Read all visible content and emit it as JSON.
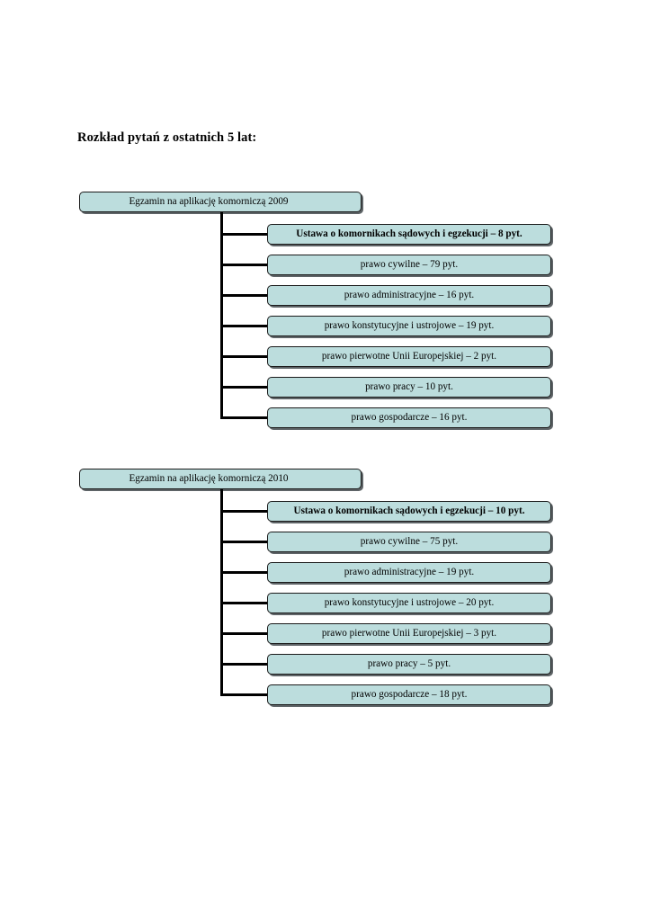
{
  "document": {
    "title": "Rozkład pytań z ostatnich 5 lat:",
    "background_color": "#ffffff",
    "box_fill_color": "#bcdddd",
    "box_border_color": "#1a1a1a",
    "connector_color": "#000000"
  },
  "chart_data": {
    "type": "diagram",
    "title": "Rozkład pytań z ostatnich 5 lat:",
    "groups": [
      {
        "root": "Egzamin na aplikację komorniczą 2009",
        "children": [
          {
            "label": "Ustawa o komornikach sądowych i egzekucji – 8 pyt.",
            "subject": "Ustawa o komornikach sądowych i egzekucji",
            "value": 8,
            "unit": "pyt.",
            "bold": true
          },
          {
            "label": "prawo cywilne – 79 pyt.",
            "subject": "prawo cywilne",
            "value": 79,
            "unit": "pyt.",
            "bold": false
          },
          {
            "label": "prawo administracyjne – 16 pyt.",
            "subject": "prawo administracyjne",
            "value": 16,
            "unit": "pyt.",
            "bold": false
          },
          {
            "label": "prawo konstytucyjne i ustrojowe – 19 pyt.",
            "subject": "prawo konstytucyjne i ustrojowe",
            "value": 19,
            "unit": "pyt.",
            "bold": false
          },
          {
            "label": "prawo pierwotne Unii Europejskiej – 2 pyt.",
            "subject": "prawo pierwotne Unii Europejskiej",
            "value": 2,
            "unit": "pyt.",
            "bold": false
          },
          {
            "label": "prawo pracy – 10 pyt.",
            "subject": "prawo pracy",
            "value": 10,
            "unit": "pyt.",
            "bold": false
          },
          {
            "label": "prawo gospodarcze – 16 pyt.",
            "subject": "prawo gospodarcze",
            "value": 16,
            "unit": "pyt.",
            "bold": false
          }
        ]
      },
      {
        "root": "Egzamin na aplikację komorniczą 2010",
        "children": [
          {
            "label": "Ustawa o komornikach sądowych i egzekucji – 10 pyt.",
            "subject": "Ustawa o komornikach sądowych i egzekucji",
            "value": 10,
            "unit": "pyt.",
            "bold": true
          },
          {
            "label": "prawo cywilne – 75 pyt.",
            "subject": "prawo cywilne",
            "value": 75,
            "unit": "pyt.",
            "bold": false
          },
          {
            "label": "prawo administracyjne – 19 pyt.",
            "subject": "prawo administracyjne",
            "value": 19,
            "unit": "pyt.",
            "bold": false
          },
          {
            "label": "prawo konstytucyjne i ustrojowe – 20 pyt.",
            "subject": "prawo konstytucyjne i ustrojowe",
            "value": 20,
            "unit": "pyt.",
            "bold": false
          },
          {
            "label": "prawo pierwotne Unii Europejskiej – 3 pyt.",
            "subject": "prawo pierwotne Unii Europejskiej",
            "value": 3,
            "unit": "pyt.",
            "bold": false
          },
          {
            "label": "prawo pracy – 5 pyt.",
            "subject": "prawo pracy",
            "value": 5,
            "unit": "pyt.",
            "bold": false
          },
          {
            "label": "prawo gospodarcze – 18 pyt.",
            "subject": "prawo gospodarcze",
            "value": 18,
            "unit": "pyt.",
            "bold": false
          }
        ]
      }
    ]
  }
}
